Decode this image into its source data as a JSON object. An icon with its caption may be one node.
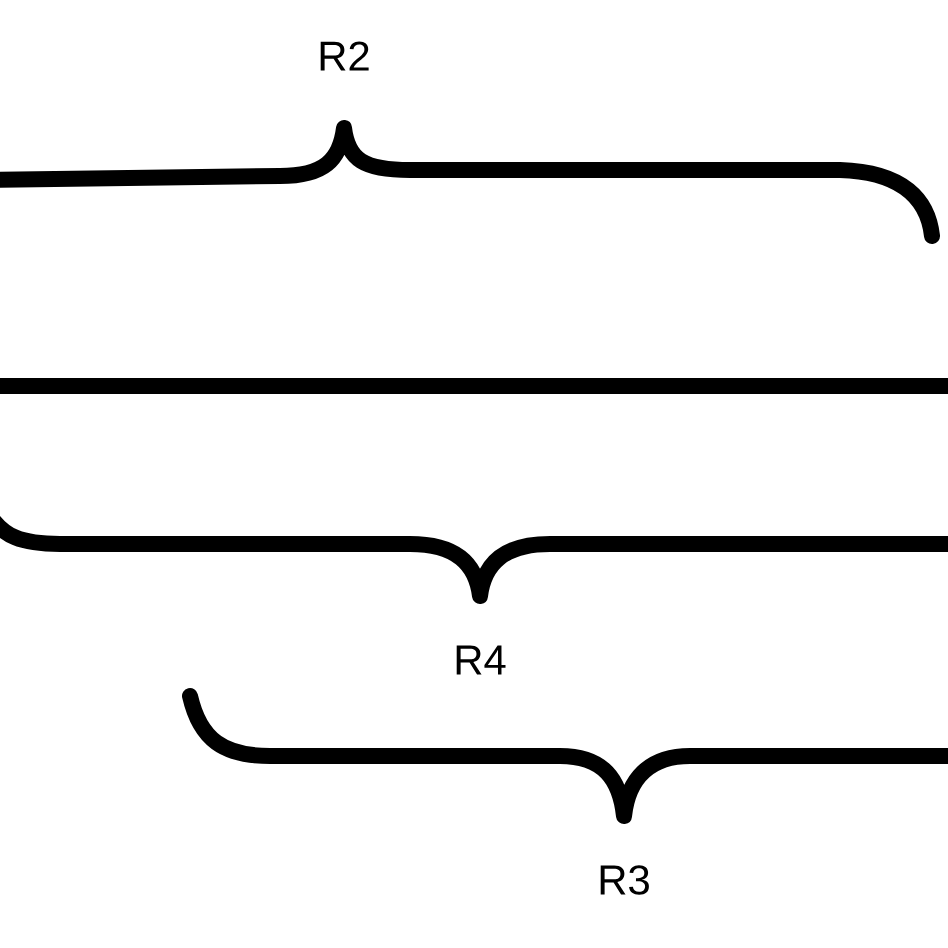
{
  "diagram": {
    "labels": [
      "R2",
      "R4",
      "R3"
    ]
  }
}
